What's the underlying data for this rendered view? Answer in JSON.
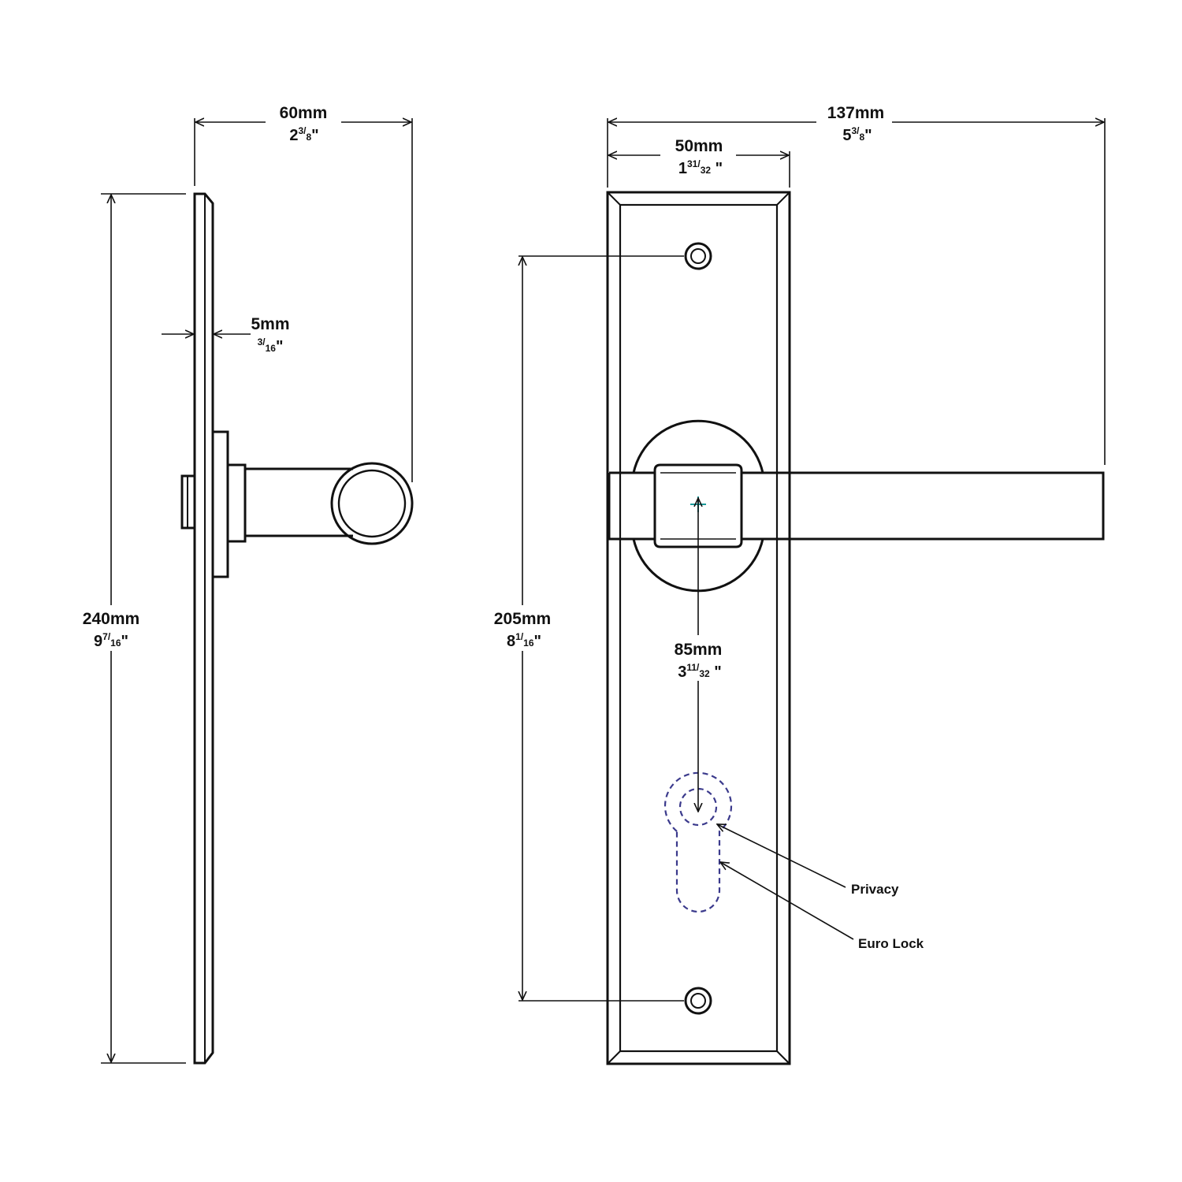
{
  "colors": {
    "line": "#111111",
    "center_mark": "#1a9a9a",
    "keyhole_dashed": "#3b3a8c",
    "background": "#ffffff"
  },
  "side_view": {
    "width_60": {
      "mm": "60mm",
      "in_whole": "2",
      "in_num": "3",
      "in_den": "8",
      "in_mark": "\""
    },
    "thickness_5": {
      "mm": "5mm",
      "in_whole": "",
      "in_num": "3",
      "in_den": "16",
      "in_mark": "\""
    },
    "height_240": {
      "mm": "240mm",
      "in_whole": "9",
      "in_num": "7",
      "in_den": "16",
      "in_mark": "\""
    }
  },
  "front_view": {
    "total_137": {
      "mm": "137mm",
      "in_whole": "5",
      "in_num": "3",
      "in_den": "8",
      "in_mark": "\""
    },
    "plate_50": {
      "mm": "50mm",
      "in_whole": "1",
      "in_num": "31",
      "in_den": "32",
      "in_mark": "\""
    },
    "fixing_205": {
      "mm": "205mm",
      "in_whole": "8",
      "in_num": "1",
      "in_den": "16",
      "in_mark": "\""
    },
    "centres_85": {
      "mm": "85mm",
      "in_whole": "3",
      "in_num": "11",
      "in_den": "32",
      "in_mark": "\""
    }
  },
  "callouts": {
    "privacy": "Privacy",
    "euro_lock": "Euro Lock"
  }
}
